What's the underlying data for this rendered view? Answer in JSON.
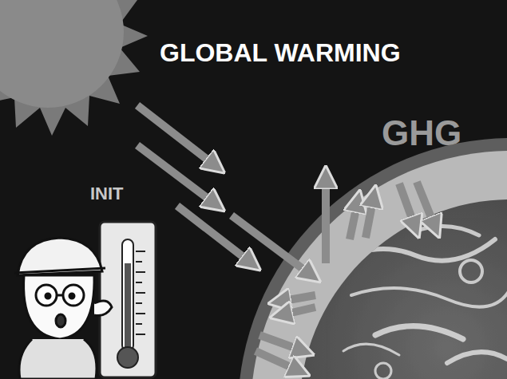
{
  "diagram": {
    "title": "GLOBAL WARMING",
    "labels": [
      "INIT",
      "GHG"
    ]
  }
}
